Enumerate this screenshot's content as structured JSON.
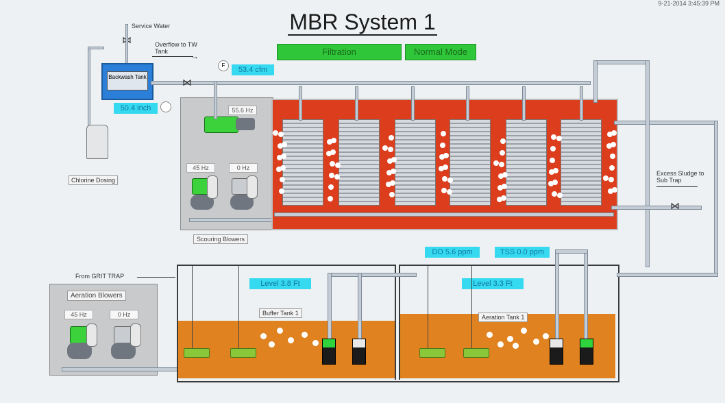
{
  "header": {
    "title": "MBR System 1",
    "timestamp": "9-21-2014 3:45:39 PM"
  },
  "status": {
    "mode_1": "Filtration",
    "mode_2": "Normal Mode"
  },
  "backwash": {
    "service_water": "Service Water",
    "overflow": "Overflow to TW Tank",
    "tank_label": "Backwash Tank",
    "level_tag": "50.4 inch",
    "flow_tag": "53.4 cfm",
    "chlorine": "Chlorine Dosing",
    "pump_speed": "55.6 Hz"
  },
  "scouring": {
    "label": "Scouring Blowers",
    "speed_1": "45 Hz",
    "speed_2": "0 Hz"
  },
  "mbr_tank": {
    "excess_sludge": "Excess Sludge to Sub Trap"
  },
  "aeration": {
    "label": "Aeration Blowers",
    "speed_1": "45 Hz",
    "speed_2": "0 Hz",
    "from_grit": "From GRIT TRAP"
  },
  "buffer_tank": {
    "label": "Buffer Tank 1",
    "level_tag": "Level 3.8 Ft"
  },
  "aeration_tank": {
    "label": "Aeration Tank 1",
    "level_tag": "Level 3.3 Ft",
    "do_tag": "DO 5.6 ppm",
    "tss_tag": "TSS 0.0 ppm"
  },
  "colors": {
    "status_green": "#2fc63a",
    "tag_cyan": "#35d9f0",
    "mbr_red": "#dc3d1c",
    "tank_orange": "#e0821f"
  },
  "icons": [
    "valve-icon",
    "blower-icon",
    "pump-icon",
    "diffuser-icon",
    "arrow-icon"
  ]
}
